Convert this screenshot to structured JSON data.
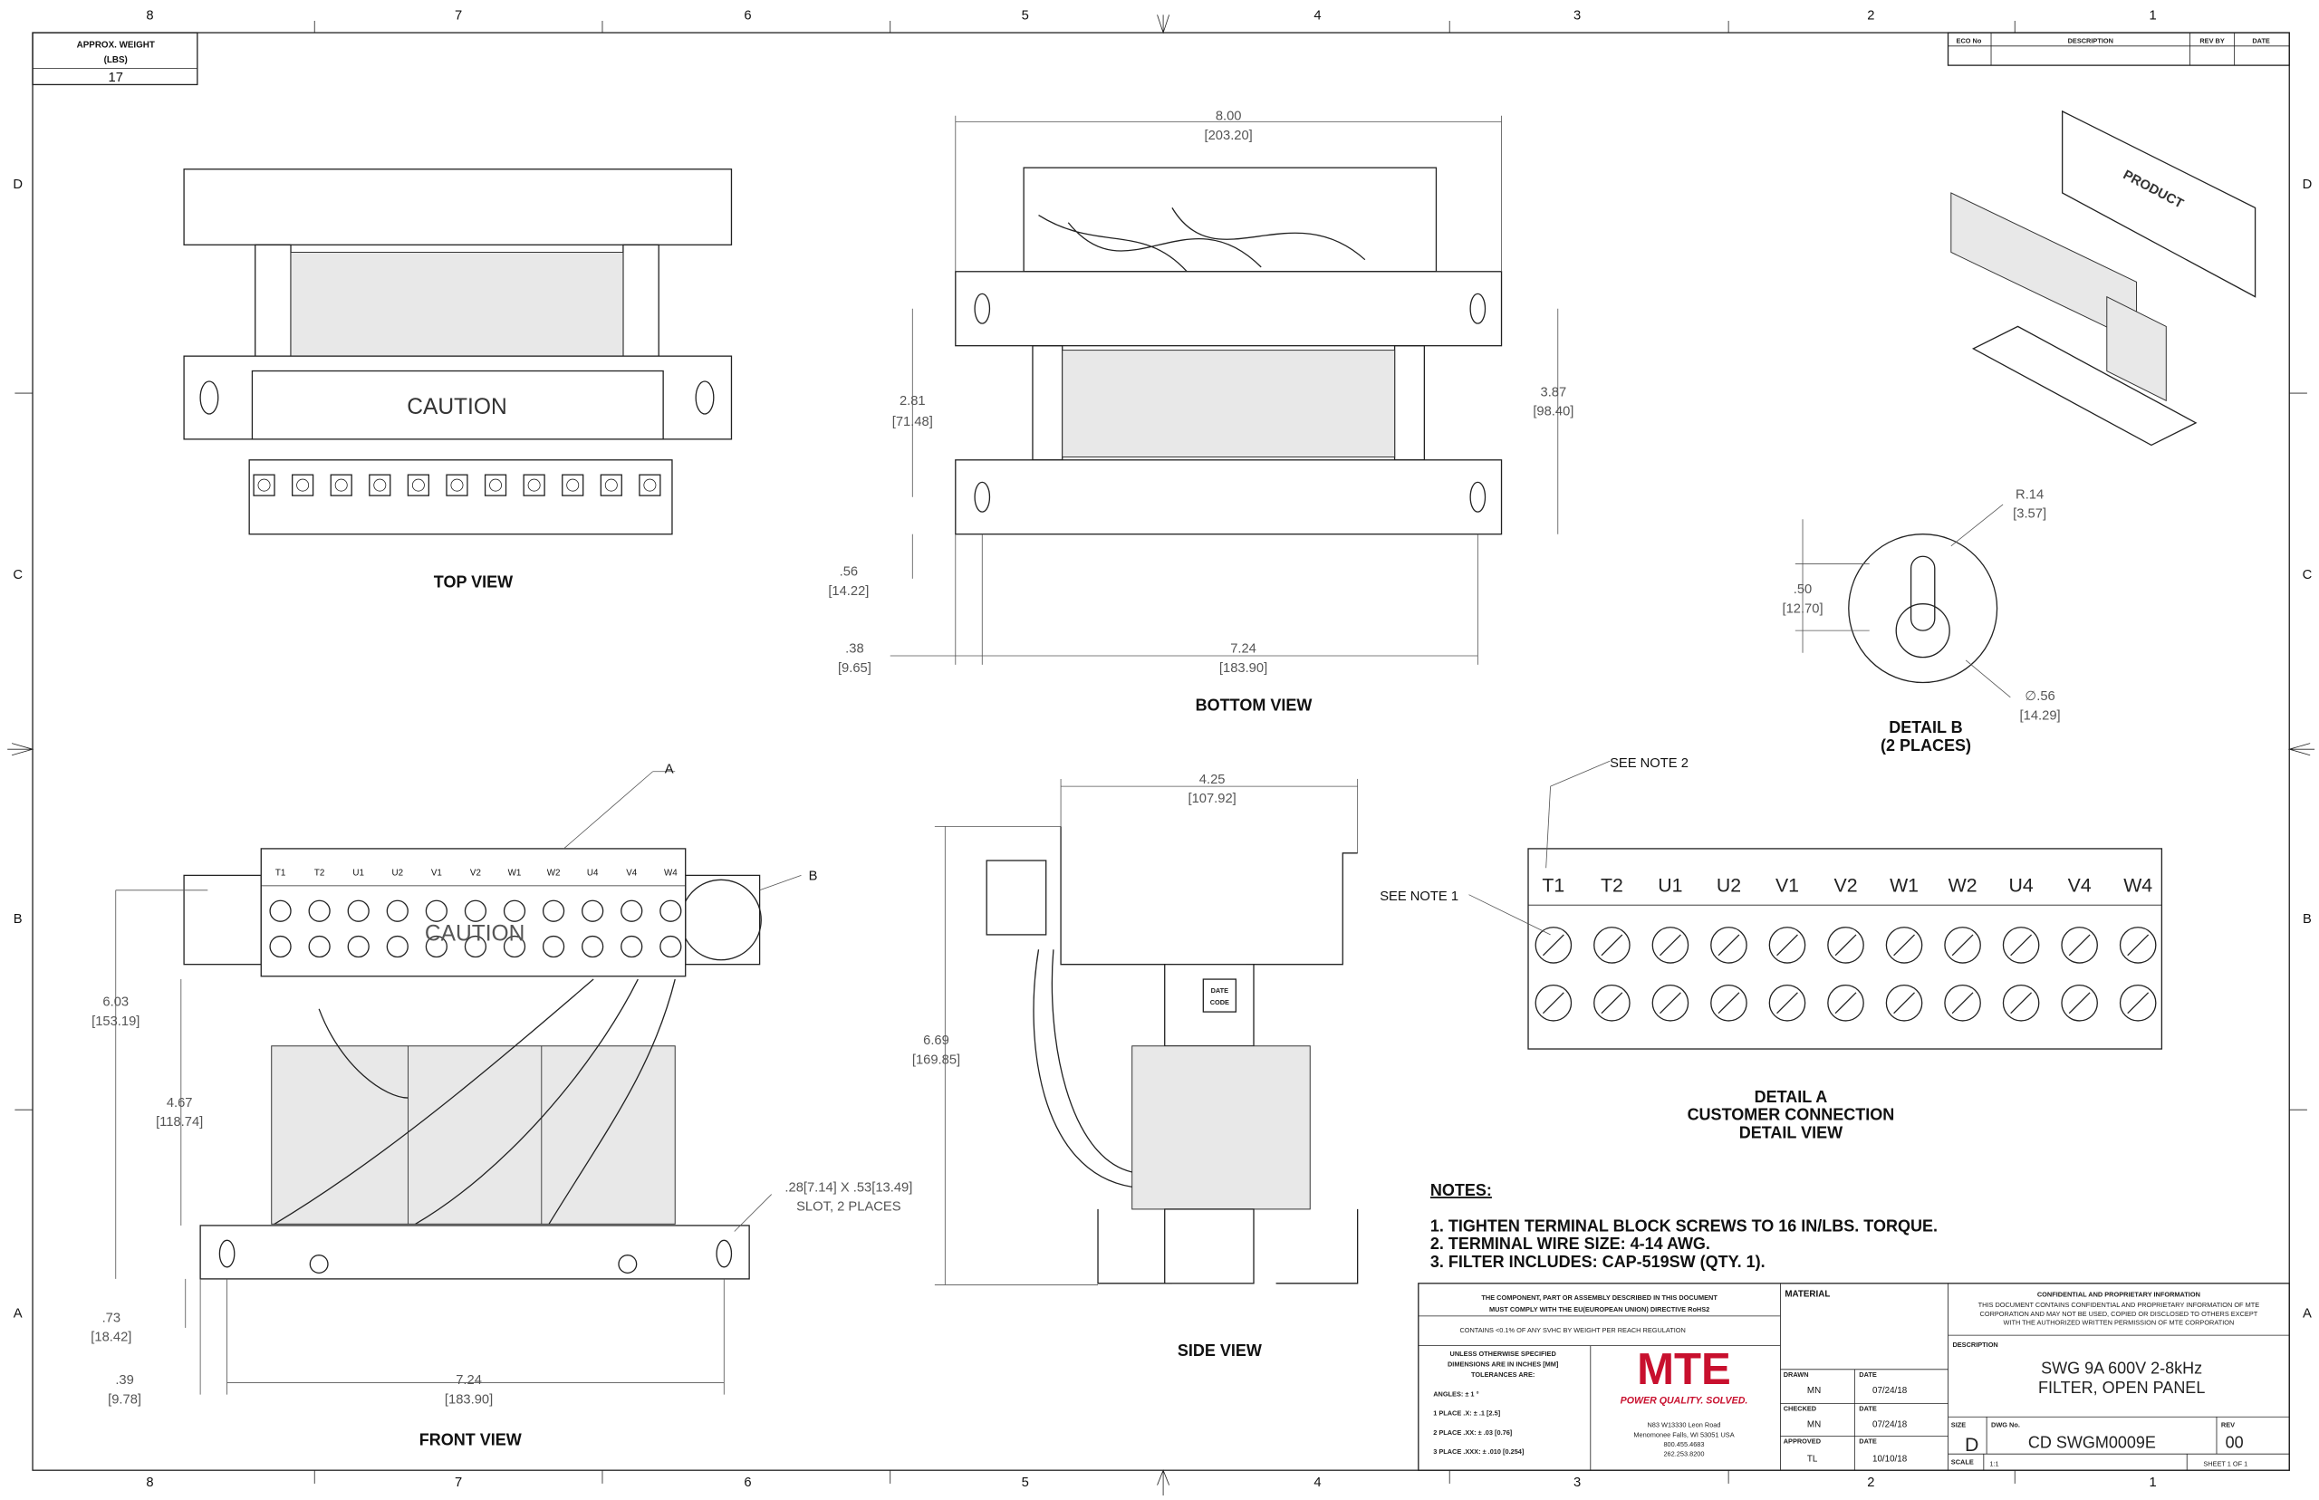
{
  "border": {
    "columns": [
      "8",
      "7",
      "6",
      "5",
      "4",
      "3",
      "2",
      "1"
    ],
    "rows": [
      "D",
      "C",
      "B",
      "A"
    ]
  },
  "weight_box": {
    "label_line1": "APPROX. WEIGHT",
    "label_line2": "(LBS)",
    "value": "17"
  },
  "eco_table": {
    "headers": [
      "ECO No",
      "DESCRIPTION",
      "REV BY",
      "DATE"
    ]
  },
  "views": {
    "top": {
      "label": "TOP VIEW",
      "caution": "CAUTION"
    },
    "bottom": {
      "label": "BOTTOM VIEW",
      "dims": [
        {
          "in": "8.00",
          "mm": "[203.20]"
        },
        {
          "in": "2.81",
          "mm": "[71.48]"
        },
        {
          "in": "3.87",
          "mm": "[98.40]"
        },
        {
          "in": ".56",
          "mm": "[14.22]"
        },
        {
          "in": ".38",
          "mm": "[9.65]"
        },
        {
          "in": "7.24",
          "mm": "[183.90]"
        }
      ]
    },
    "detail_b": {
      "label_line1": "DETAIL B",
      "label_line2": "(2 PLACES)",
      "dims": [
        {
          "in": "R.14",
          "mm": "[3.57]"
        },
        {
          "in": ".50",
          "mm": "[12.70]"
        },
        {
          "in": "∅.56",
          "mm": "[14.29]"
        }
      ]
    },
    "front": {
      "label": "FRONT VIEW",
      "callout_a": "A",
      "callout_b": "B",
      "caution": "CAUTION",
      "terminals": [
        "T1",
        "T2",
        "U1",
        "U2",
        "V1",
        "V2",
        "W1",
        "W2",
        "U4",
        "V4",
        "W4"
      ],
      "dims": [
        {
          "in": "6.03",
          "mm": "[153.19]"
        },
        {
          "in": "4.67",
          "mm": "[118.74]"
        },
        {
          "in": ".73",
          "mm": "[18.42]"
        },
        {
          "in": ".39",
          "mm": "[9.78]"
        },
        {
          "in": "7.24",
          "mm": "[183.90]"
        }
      ],
      "slot_note_line1": ".28[7.14] X .53[13.49]",
      "slot_note_line2": "SLOT, 2 PLACES"
    },
    "side": {
      "label": "SIDE VIEW",
      "date_code_line1": "DATE",
      "date_code_line2": "CODE",
      "dims": [
        {
          "in": "4.25",
          "mm": "[107.92]"
        },
        {
          "in": "6.69",
          "mm": "[169.85]"
        }
      ]
    },
    "detail_a": {
      "label_line1": "DETAIL A",
      "label_line2": "CUSTOMER CONNECTION",
      "label_line3": "DETAIL VIEW",
      "see_note_2": "SEE NOTE 2",
      "see_note_1": "SEE NOTE 1",
      "terminals": [
        "T1",
        "T2",
        "U1",
        "U2",
        "V1",
        "V2",
        "W1",
        "W2",
        "U4",
        "V4",
        "W4"
      ]
    }
  },
  "notes": {
    "title": "NOTES:",
    "items": [
      "1.  TIGHTEN TERMINAL BLOCK SCREWS TO 16 IN/LBS. TORQUE.",
      "2.  TERMINAL WIRE SIZE: 4-14 AWG.",
      "3.  FILTER INCLUDES: CAP-519SW (QTY. 1)."
    ]
  },
  "iso_view": {
    "product_label": "PRODUCT"
  },
  "title_block": {
    "rohs_line1": "THE COMPONENT, PART OR ASSEMBLY DESCRIBED IN THIS DOCUMENT",
    "rohs_line2": "MUST COMPLY WITH THE EU(EUROPEAN UNION) DIRECTIVE RoHS2",
    "reach": "CONTAINS <0.1% OF ANY SVHC BY WEIGHT PER REACH REGULATION",
    "tol_line1": "UNLESS OTHERWISE SPECIFIED",
    "tol_line2": "DIMENSIONS ARE IN INCHES [MM]",
    "tol_line3": "TOLERANCES ARE:",
    "angles": "ANGLES: ± 1 °",
    "place1": "1 PLACE .X: ± .1 [2.5]",
    "place2": "2 PLACE .XX: ± .03 [0.76]",
    "place3": "3 PLACE .XXX: ± .010 [0.254]",
    "logo": "MTE",
    "tagline": "POWER QUALITY. SOLVED.",
    "address": [
      "N83 W13330 Leon Road",
      "Menomonee Falls, WI 53051 USA",
      "800.455.4683",
      "262.253.8200"
    ],
    "material_label": "MATERIAL",
    "drawn_label": "DRAWN",
    "drawn_by": "MN",
    "drawn_date_label": "DATE",
    "drawn_date": "07/24/18",
    "checked_label": "CHECKED",
    "checked_by": "MN",
    "checked_date_label": "DATE",
    "checked_date": "07/24/18",
    "approved_label": "APPROVED",
    "approved_by": "TL",
    "approved_date_label": "DATE",
    "approved_date": "10/10/18",
    "conf_title": "CONFIDENTIAL AND PROPRIETARY INFORMATION",
    "conf_line1": "THIS DOCUMENT CONTAINS CONFIDENTIAL AND PROPRIETARY INFORMATION OF MTE",
    "conf_line2": "CORPORATION AND MAY NOT BE USED, COPIED OR DISCLOSED TO OTHERS EXCEPT",
    "conf_line3": "WITH THE AUTHORIZED WRITTEN PERMISSION OF MTE CORPORATION",
    "description_label": "DESCRIPTION",
    "description_line1": "SWG 9A 600V 2-8kHz",
    "description_line2": "FILTER, OPEN PANEL",
    "size_label": "SIZE",
    "size": "D",
    "dwg_label": "DWG No.",
    "dwg_no": "CD SWGM0009E",
    "rev_label": "REV",
    "rev": "00",
    "scale_label": "SCALE",
    "scale": "1:1",
    "sheet": "SHEET 1  OF 1"
  },
  "colors": {
    "logo_red": "#c8102e"
  }
}
